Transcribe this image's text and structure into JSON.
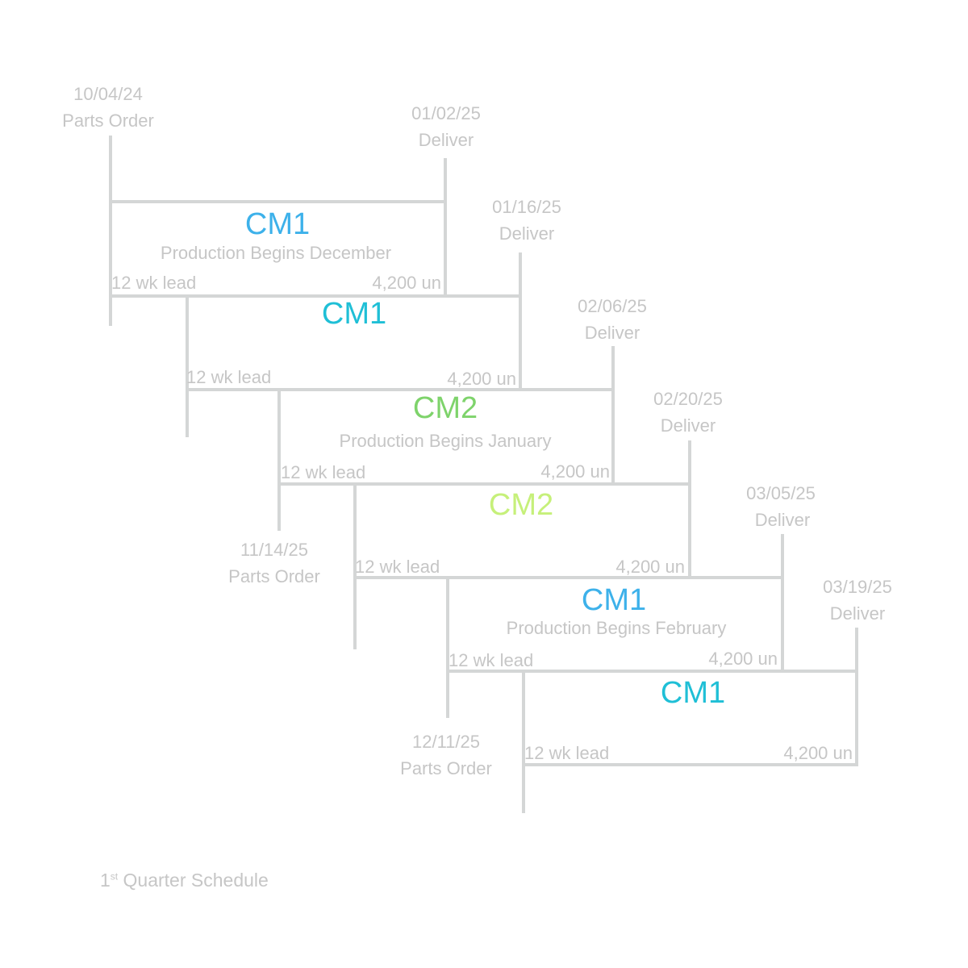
{
  "colors": {
    "line": "#d4d6d6",
    "label": "#c6c6c6",
    "cm1_blue": "#3db1ea",
    "cm1_cyan": "#1fbfd6",
    "cm2_green": "#7ed36b",
    "cm2_lime": "#c6f07a"
  },
  "parts_orders": [
    {
      "date": "10/04/24",
      "label": "Parts Order"
    },
    {
      "date": "11/14/25",
      "label": "Parts Order"
    },
    {
      "date": "12/11/25",
      "label": "Parts Order"
    }
  ],
  "deliveries": [
    {
      "date": "01/02/25",
      "label": "Deliver"
    },
    {
      "date": "01/16/25",
      "label": "Deliver"
    },
    {
      "date": "02/06/25",
      "label": "Deliver"
    },
    {
      "date": "02/20/25",
      "label": "Deliver"
    },
    {
      "date": "03/05/25",
      "label": "Deliver"
    },
    {
      "date": "03/19/25",
      "label": "Deliver"
    }
  ],
  "batches": [
    {
      "name": "CM1",
      "color": "#3db1ea",
      "note": "Production Begins December",
      "lead": "12 wk lead",
      "units": "4,200 un"
    },
    {
      "name": "CM1",
      "color": "#1fbfd6",
      "note": "",
      "lead": "12 wk lead",
      "units": "4,200 un"
    },
    {
      "name": "CM2",
      "color": "#7ed36b",
      "note": "Production Begins January",
      "lead": "12 wk lead",
      "units": "4,200 un"
    },
    {
      "name": "CM2",
      "color": "#c6f07a",
      "note": "",
      "lead": "12 wk lead",
      "units": "4,200 un"
    },
    {
      "name": "CM1",
      "color": "#3db1ea",
      "note": "Production Begins February",
      "lead": "12 wk lead",
      "units": "4,200 un"
    },
    {
      "name": "CM1",
      "color": "#1fbfd6",
      "note": "",
      "lead": "12 wk lead",
      "units": "4,200 un"
    }
  ],
  "footer": {
    "ordinal": "1",
    "superscript": "st",
    "text": " Quarter Schedule"
  }
}
